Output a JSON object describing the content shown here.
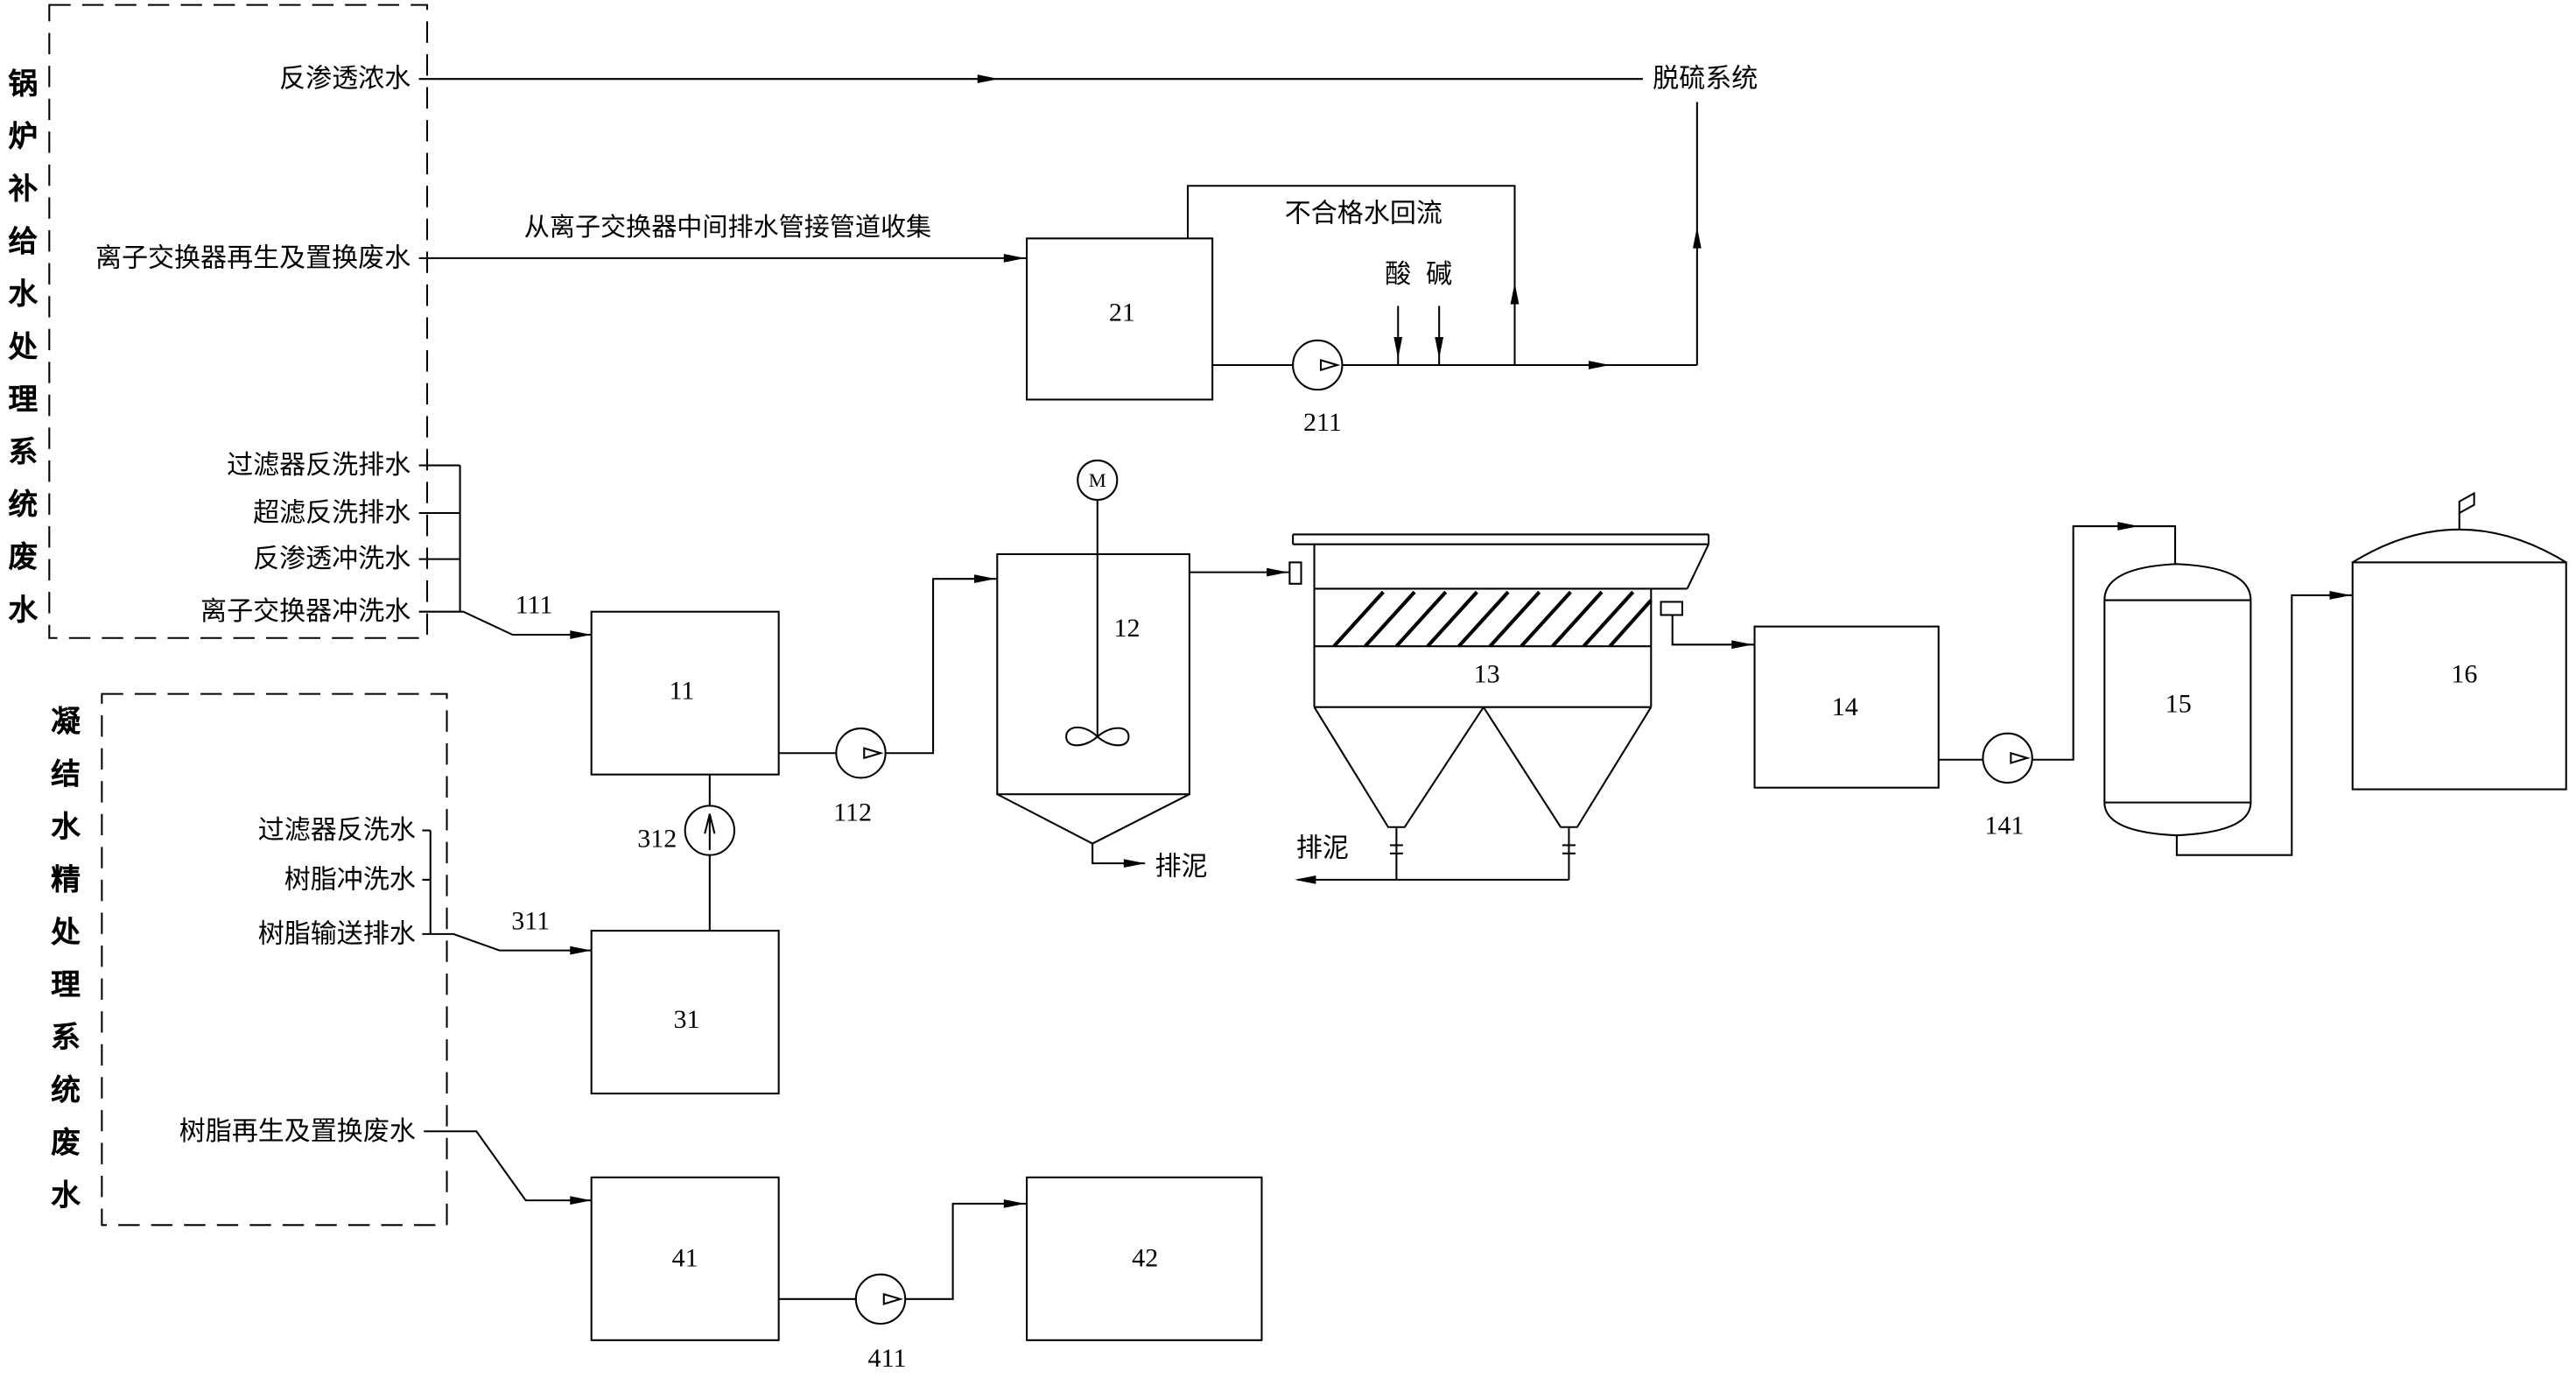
{
  "boiler_system": {
    "title": "锅炉补给水处理系统废水",
    "sources": {
      "ro_concentrate": "反渗透浓水",
      "ion_regen_waste": "离子交换器再生及置换废水",
      "filter_backwash": "过滤器反洗排水",
      "uf_backwash": "超滤反洗排水",
      "ro_flush": "反渗透冲洗水",
      "ion_flush": "离子交换器冲洗水"
    }
  },
  "condensate_system": {
    "title": "凝结水精处理系统废水",
    "sources": {
      "filter_backwash": "过滤器反洗水",
      "resin_flush": "树脂冲洗水",
      "resin_transport": "树脂输送排水",
      "resin_regen_waste": "树脂再生及置换废水"
    }
  },
  "annotations": {
    "desulfurization": "脱硫系统",
    "collection_note": "从离子交换器中间排水管接管道收集",
    "reject_return": "不合格水回流",
    "acid": "酸",
    "alkali": "碱",
    "sludge_12": "排泥",
    "sludge_13": "排泥"
  },
  "units": {
    "u11": "11",
    "u12": "12",
    "u13": "13",
    "u14": "14",
    "u15": "15",
    "u16": "16",
    "u21": "21",
    "u31": "31",
    "u41": "41",
    "u42": "42"
  },
  "pipes": {
    "p111": "111",
    "p311": "311"
  },
  "pumps": {
    "p112": "112",
    "p141": "141",
    "p211": "211",
    "p312": "312",
    "p411": "411"
  },
  "motor": "M",
  "colors": {
    "line": "#000000",
    "background": "#ffffff"
  }
}
